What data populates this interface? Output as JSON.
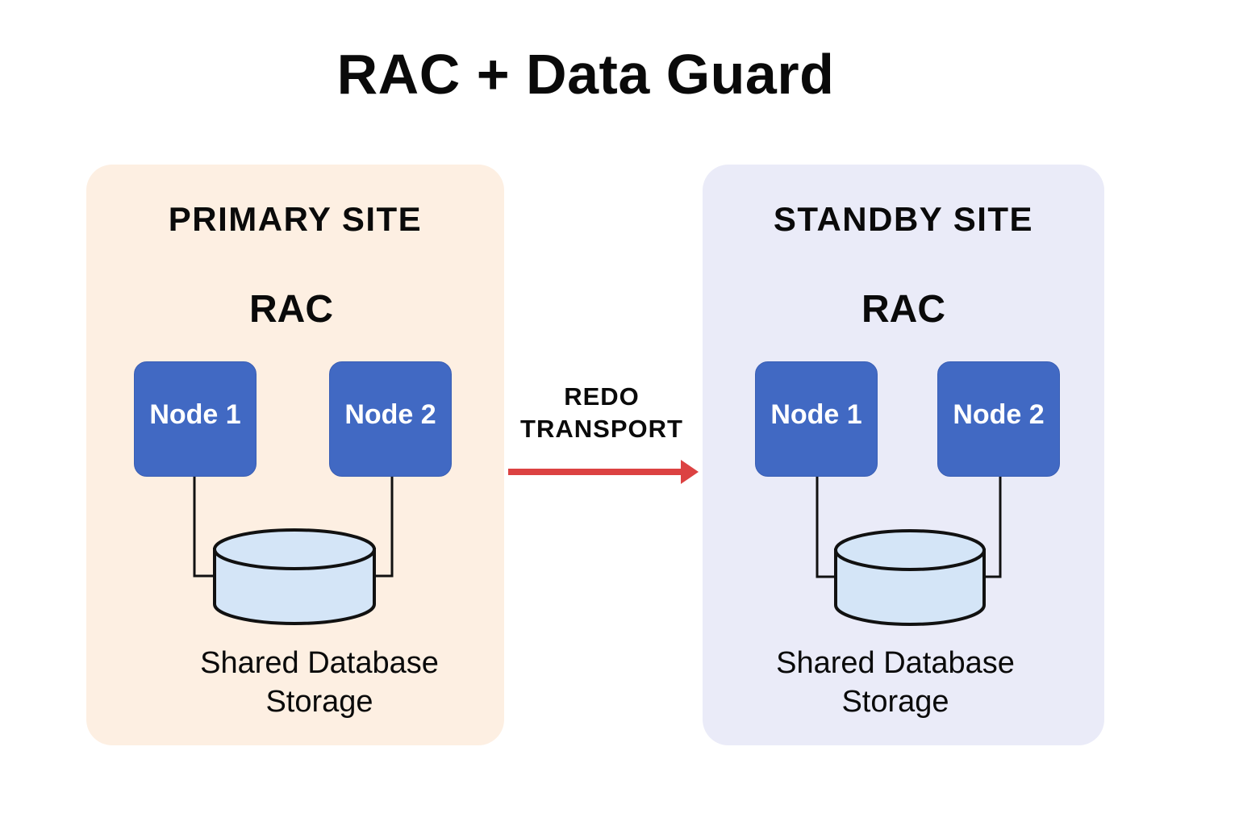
{
  "title": "RAC + Data Guard",
  "colors": {
    "primary_site_bg": "#fdefe2",
    "standby_site_bg": "#eaebf8",
    "node_fill": "#4169c3",
    "storage_fill": "#d4e5f7",
    "arrow": "#dc4242"
  },
  "sites": [
    {
      "id": "primary",
      "title": "PRIMARY SITE",
      "cluster_label": "RAC",
      "nodes": [
        "Node 1",
        "Node 2"
      ],
      "storage_label_line1": "Shared Database",
      "storage_label_line2": "Storage"
    },
    {
      "id": "standby",
      "title": "STANDBY SITE",
      "cluster_label": "RAC",
      "nodes": [
        "Node 1",
        "Node 2"
      ],
      "storage_label_line1": "Shared Database",
      "storage_label_line2": "Storage"
    }
  ],
  "transport": {
    "label_line1": "REDO",
    "label_line2": "TRANSPORT",
    "direction": "primary-to-standby",
    "icon": "arrow-right-icon"
  }
}
